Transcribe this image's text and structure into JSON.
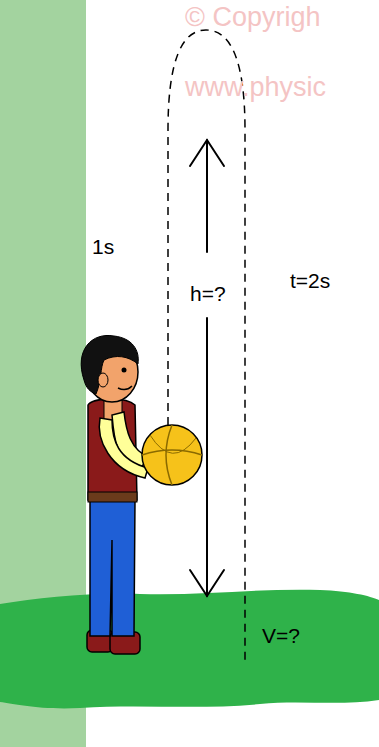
{
  "diagram": {
    "labels": [
      "© Copyrigh",
      "www.physic",
      "1s",
      "h=?",
      "t=2s",
      "V=?"
    ]
  }
}
